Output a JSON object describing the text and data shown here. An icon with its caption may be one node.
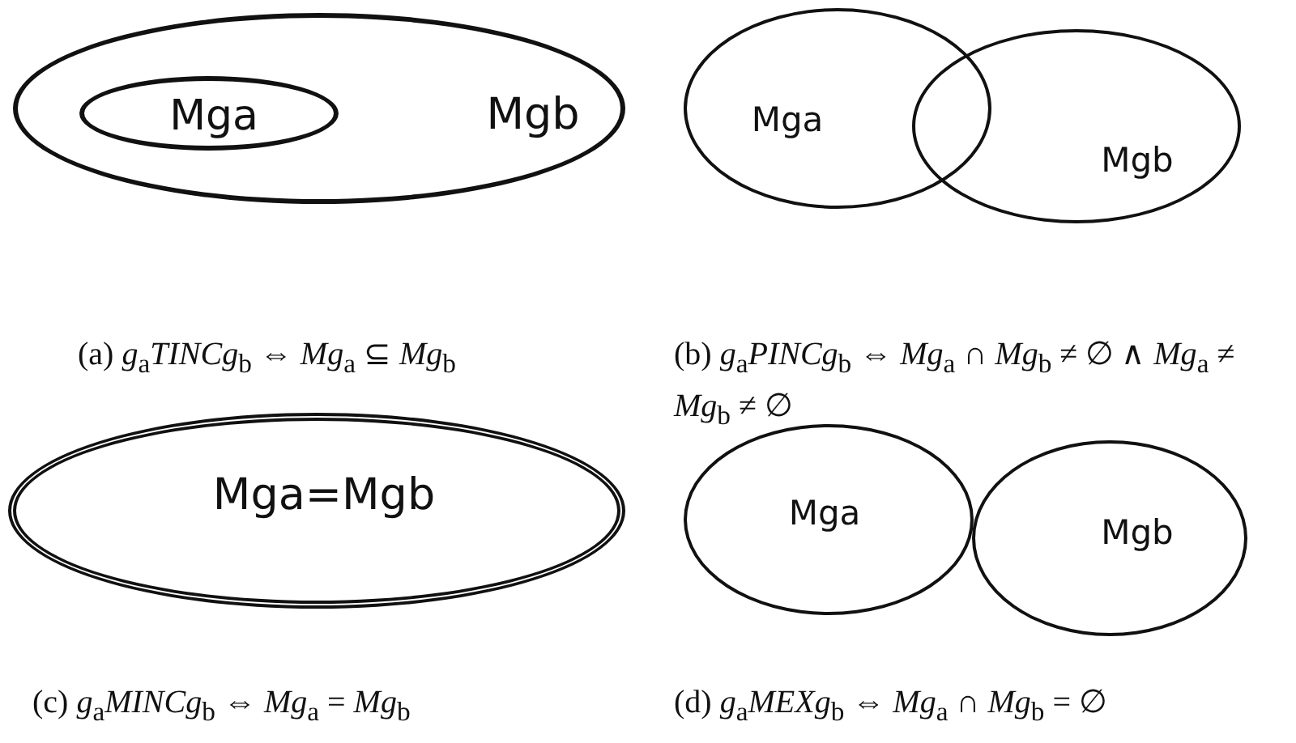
{
  "diagram": {
    "nodes": [
      {
        "text": [
          "Mgb"
        ]
      },
      {
        "text": [
          "Mga"
        ],
        "in": 0
      },
      {
        "text": [
          "Mga"
        ]
      },
      {
        "text": [
          "Mgb"
        ]
      },
      {
        "text": [
          "Mga=Mgb"
        ]
      },
      {
        "text": [
          "Mga"
        ]
      },
      {
        "text": [
          "Mgb"
        ]
      }
    ],
    "edges": [],
    "labels": [
      "(a) *g*$_{a}$*TINCg*$_{b}$ ⇔ *Mg*$_{a}$ ⊆ *Mg*$_{b}$",
      "(b) *g*$_{a}$*PINCg*$_{b}$ ⇔ *Mg*$_{a}$ ∩ *Mg*$_{b}$ ≠ ∅ ∧ *Mg*$_{a}$ ≠ *Mg*$_{b}$ ≠ ∅",
      "(c) *g*$_{a}$*MINCg*$_{b}$ ⇔ *Mg*$_{a}$ = *Mg*$_{b}$",
      "(d) *g*$_{a}$*MEXg*$_{b}$ ⇔ *Mg*$_{a}$ ∩ *Mg*$_{b}$ = ∅"
    ]
  }
}
